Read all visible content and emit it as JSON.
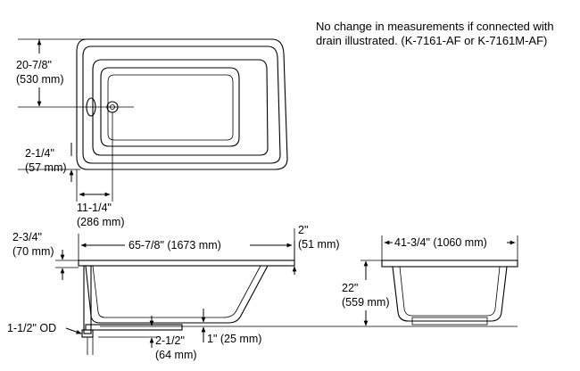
{
  "note": {
    "line1": "No change in measurements if connected with",
    "line2": "drain illustrated. (K-7161-AF or K-7161M-AF)"
  },
  "plan_view": {
    "width_in": "20-7/8\"",
    "width_mm": "(530 mm)",
    "drain_offset_in": "2-1/4\"",
    "drain_offset_mm": "(57 mm)",
    "drain_from_end_in": "11-1/4\"",
    "drain_from_end_mm": "(286 mm)"
  },
  "side_view": {
    "rim_height_in": "2-3/4\"",
    "rim_height_mm": "(70 mm)",
    "length": "65-7/8\" (1673 mm)",
    "flange_in": "2\"",
    "flange_mm": "(51 mm)",
    "drain_od": "1-1/2\" OD",
    "drain_drop_in": "2-1/2\"",
    "drain_drop_mm": "(64 mm)",
    "base_in": "1\" (25 mm)"
  },
  "end_view": {
    "width": "41-3/4\" (1060 mm)",
    "height_in": "22\"",
    "height_mm": "(559 mm)"
  }
}
